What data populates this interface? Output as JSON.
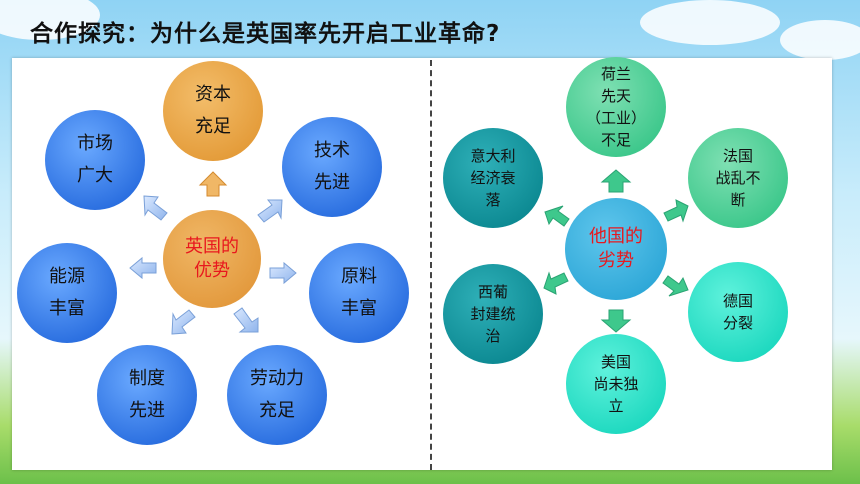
{
  "title": "合作探究：为什么是英国率先开启工业革命?",
  "left": {
    "hub": "英国的\n优势",
    "nodes": {
      "capital": "资本\n充足",
      "tech": "技术\n先进",
      "materials": "原料\n丰富",
      "labor": "劳动力\n充足",
      "system": "制度\n先进",
      "energy": "能源\n丰富",
      "market": "市场\n广大"
    }
  },
  "right": {
    "hub": "他国的\n劣势",
    "nodes": {
      "netherlands": "荷兰\n先天\n（工业）\n不足",
      "france": "法国\n战乱不\n断",
      "germany": "德国\n分裂",
      "usa": "美国\n尚未独\n立",
      "spain_portugal": "西葡\n封建统\n治",
      "italy": "意大利\n经济衰\n落"
    }
  },
  "colors": {
    "blue": "#2b6fe0",
    "orange": "#e49c3a",
    "green": "#3ec88c",
    "teal": "#0d8a93",
    "mint": "#1fd9c0",
    "hub_text": "#e8181e"
  }
}
